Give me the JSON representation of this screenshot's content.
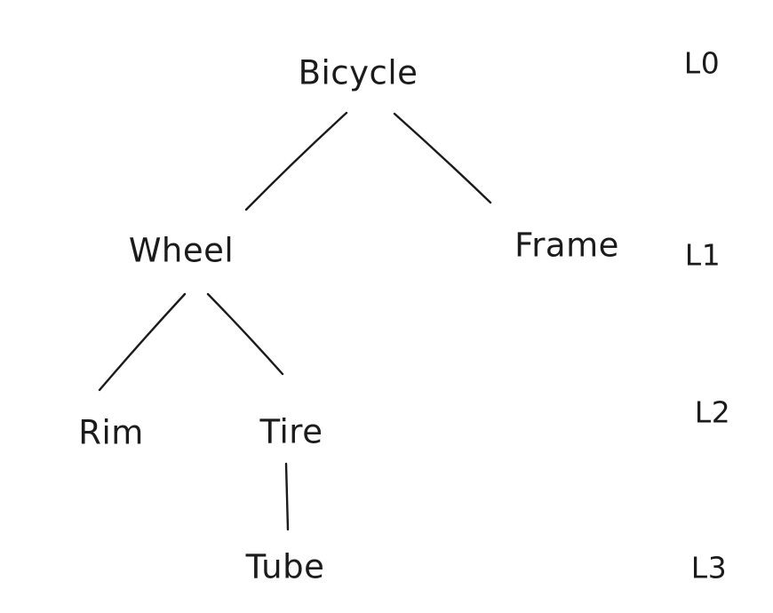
{
  "diagram": {
    "type": "tree",
    "style": "hand-drawn",
    "background_color": "#ffffff",
    "ink_color": "#1b1b1b",
    "nodes": [
      {
        "id": "bicycle",
        "label": "Bicycle",
        "level": "L0"
      },
      {
        "id": "wheel",
        "label": "Wheel",
        "level": "L1"
      },
      {
        "id": "frame",
        "label": "Frame",
        "level": "L1"
      },
      {
        "id": "rim",
        "label": "Rim",
        "level": "L2"
      },
      {
        "id": "tire",
        "label": "Tire",
        "level": "L2"
      },
      {
        "id": "tube",
        "label": "Tube",
        "level": "L3"
      }
    ],
    "edges": [
      {
        "from": "bicycle",
        "to": "wheel"
      },
      {
        "from": "bicycle",
        "to": "frame"
      },
      {
        "from": "wheel",
        "to": "rim"
      },
      {
        "from": "wheel",
        "to": "tire"
      },
      {
        "from": "tire",
        "to": "tube"
      }
    ],
    "level_labels": [
      "L0",
      "L1",
      "L2",
      "L3"
    ]
  }
}
